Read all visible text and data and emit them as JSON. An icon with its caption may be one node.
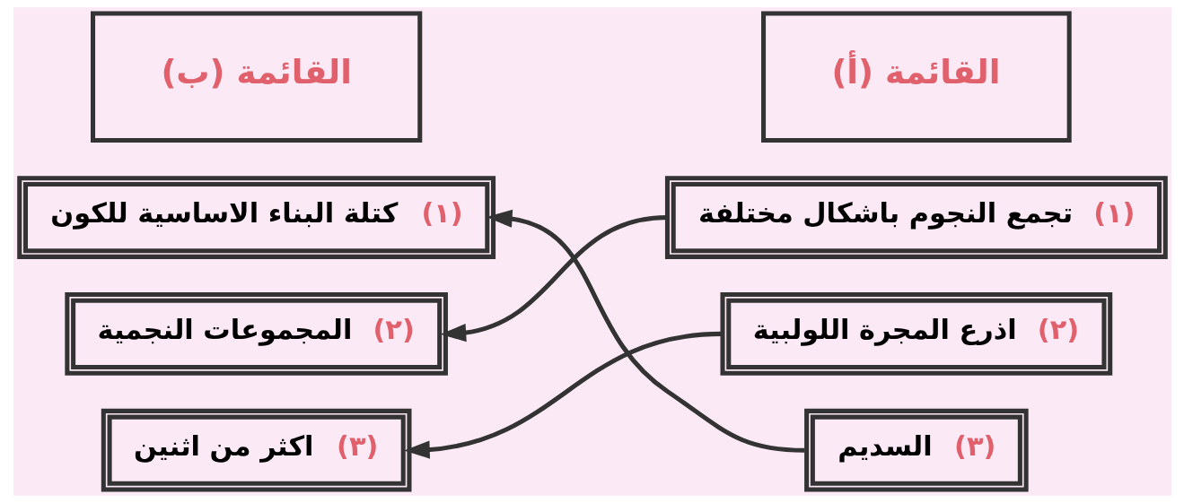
{
  "diagram": {
    "nodes": [
      {
        "text": [
          "القائمة (أ)"
        ]
      },
      {
        "text": [
          "القائمة (ب)"
        ]
      },
      {
        "text": [
          "(١)",
          "تجمع النجوم باشكال مختلفة"
        ]
      },
      {
        "text": [
          "(٢)",
          "اذرع المجرة اللولبية"
        ]
      },
      {
        "text": [
          "(٣)",
          "السديم"
        ]
      },
      {
        "text": [
          "(١)",
          "كتلة البناء الاساسية للكون"
        ]
      },
      {
        "text": [
          "(٢)",
          "المجموعات النجمية"
        ]
      },
      {
        "text": [
          "(٣)",
          "اكثر من اثنين"
        ]
      }
    ],
    "edges": [
      {
        "from": 2,
        "to": 6,
        "arrow": "to"
      },
      {
        "from": 3,
        "to": 7,
        "arrow": "to"
      },
      {
        "from": 4,
        "to": 5,
        "arrow": "to"
      }
    ]
  }
}
